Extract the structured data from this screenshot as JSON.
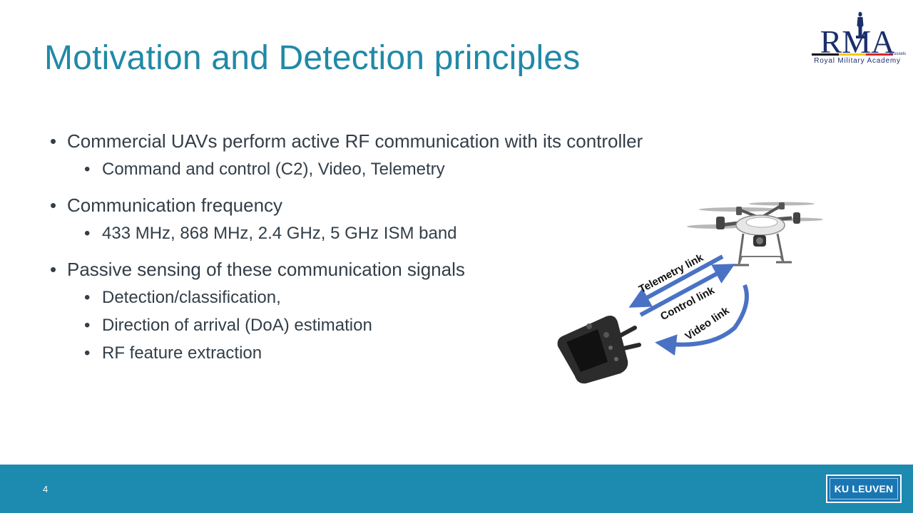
{
  "slide": {
    "title": "Motivation and Detection principles",
    "page_number": "4"
  },
  "bullets": [
    {
      "level": 1,
      "text": "Commercial UAVs perform active RF communication with its controller"
    },
    {
      "level": 2,
      "text": "Command and control (C2), Video, Telemetry"
    },
    {
      "level": 1,
      "text": "Communication frequency"
    },
    {
      "level": 2,
      "text": "433 MHz, 868 MHz, 2.4 GHz, 5 GHz ISM band"
    },
    {
      "level": 1,
      "text": "Passive sensing of these communication signals"
    },
    {
      "level": 2,
      "text": "Detection/classification,"
    },
    {
      "level": 2,
      "text": "Direction of arrival (DoA) estimation"
    },
    {
      "level": 2,
      "text": "RF feature extraction"
    }
  ],
  "bullet_glyph": "•",
  "illustration": {
    "telemetry_label": "Telemetry link",
    "control_label": "Control link",
    "video_label": "Video link",
    "icons": [
      "drone-icon",
      "remote-controller-icon"
    ]
  },
  "logos": {
    "rma_letters": "RMA",
    "rma_city": "Brussels",
    "rma_name": "Royal Military Academy",
    "ku": "KU LEUVEN"
  },
  "colors": {
    "title": "#2189a7",
    "text": "#333e48",
    "footer": "#1d8ab0",
    "arrow": "#4a72c4",
    "rma_navy": "#1c2f6b",
    "ku_blue": "#1a76b3"
  }
}
